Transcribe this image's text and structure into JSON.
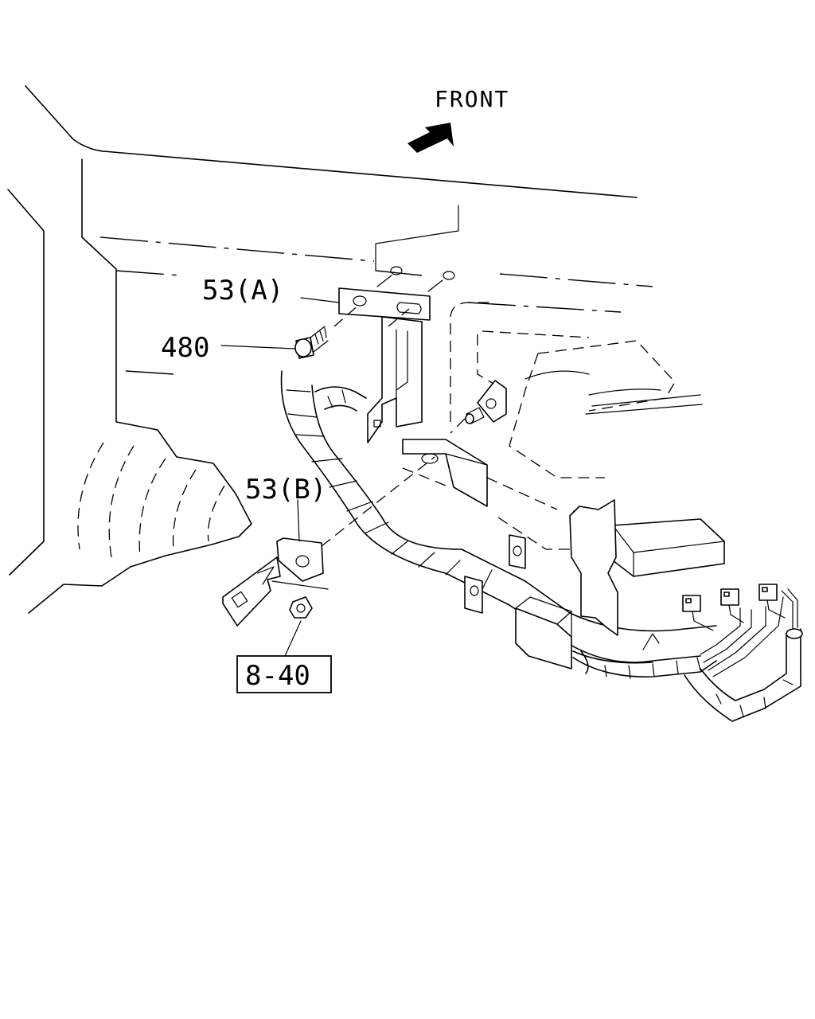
{
  "diagram": {
    "front_label": "FRONT",
    "callouts": {
      "bracket_a": "53(A)",
      "bolt": "480",
      "bracket_b": "53(B)",
      "nut_ref": "8-40"
    }
  }
}
